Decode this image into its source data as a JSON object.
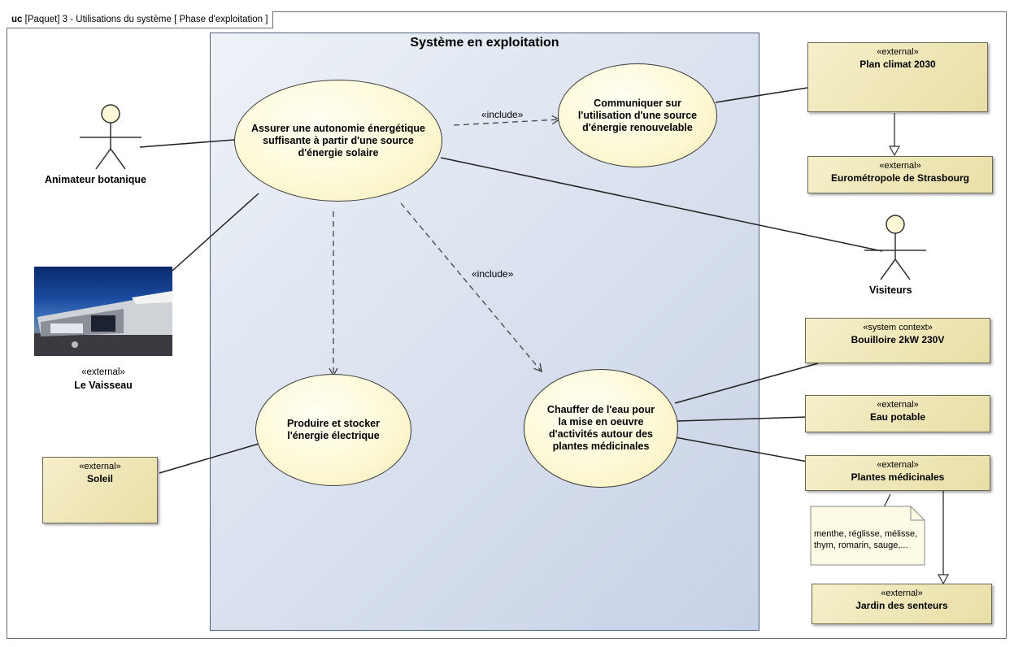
{
  "frame": {
    "kind": "uc",
    "name": "[Paquet] 3 - Utilisations du système",
    "context": "[ Phase d'exploitation ]"
  },
  "system": {
    "title": "Système en exploitation"
  },
  "usecases": {
    "autonomie": "Assurer une autonomie énergétique suffisante à partir d'une source d'énergie solaire",
    "communiquer": "Communiquer sur l'utilisation d'une source d'énergie renouvelable",
    "produire": "Produire et stocker l'énergie électrique",
    "chauffer": "Chauffer de l'eau pour la mise en oeuvre d'activités autour des plantes médicinales"
  },
  "relations": {
    "include1": "«include»",
    "include2": "«include»"
  },
  "actors": {
    "animateur": "Animateur botanique",
    "visiteurs": "Visiteurs"
  },
  "vaisseau": {
    "stereotype": "«external»",
    "name": "Le Vaisseau"
  },
  "blocks": {
    "plan_climat": {
      "stereotype": "«external»",
      "name": "Plan climat 2030"
    },
    "eurometropole": {
      "stereotype": "«external»",
      "name": "Eurométropole de Strasbourg"
    },
    "bouilloire": {
      "stereotype": "«system context»",
      "name": "Bouilloire 2kW 230V"
    },
    "eau": {
      "stereotype": "«external»",
      "name": "Eau potable"
    },
    "plantes": {
      "stereotype": "«external»",
      "name": "Plantes médicinales"
    },
    "jardin": {
      "stereotype": "«external»",
      "name": "Jardin des senteurs"
    },
    "soleil": {
      "stereotype": "«external»",
      "name": "Soleil"
    }
  },
  "note": {
    "text": "menthe, réglisse, mélisse, thym, romarin, sauge,..."
  },
  "colors": {
    "usecase_fill": "#fdf9d6",
    "block_fill": "#ede4b0",
    "system_fill": "#d8e0ee",
    "system_border": "#50617a"
  }
}
